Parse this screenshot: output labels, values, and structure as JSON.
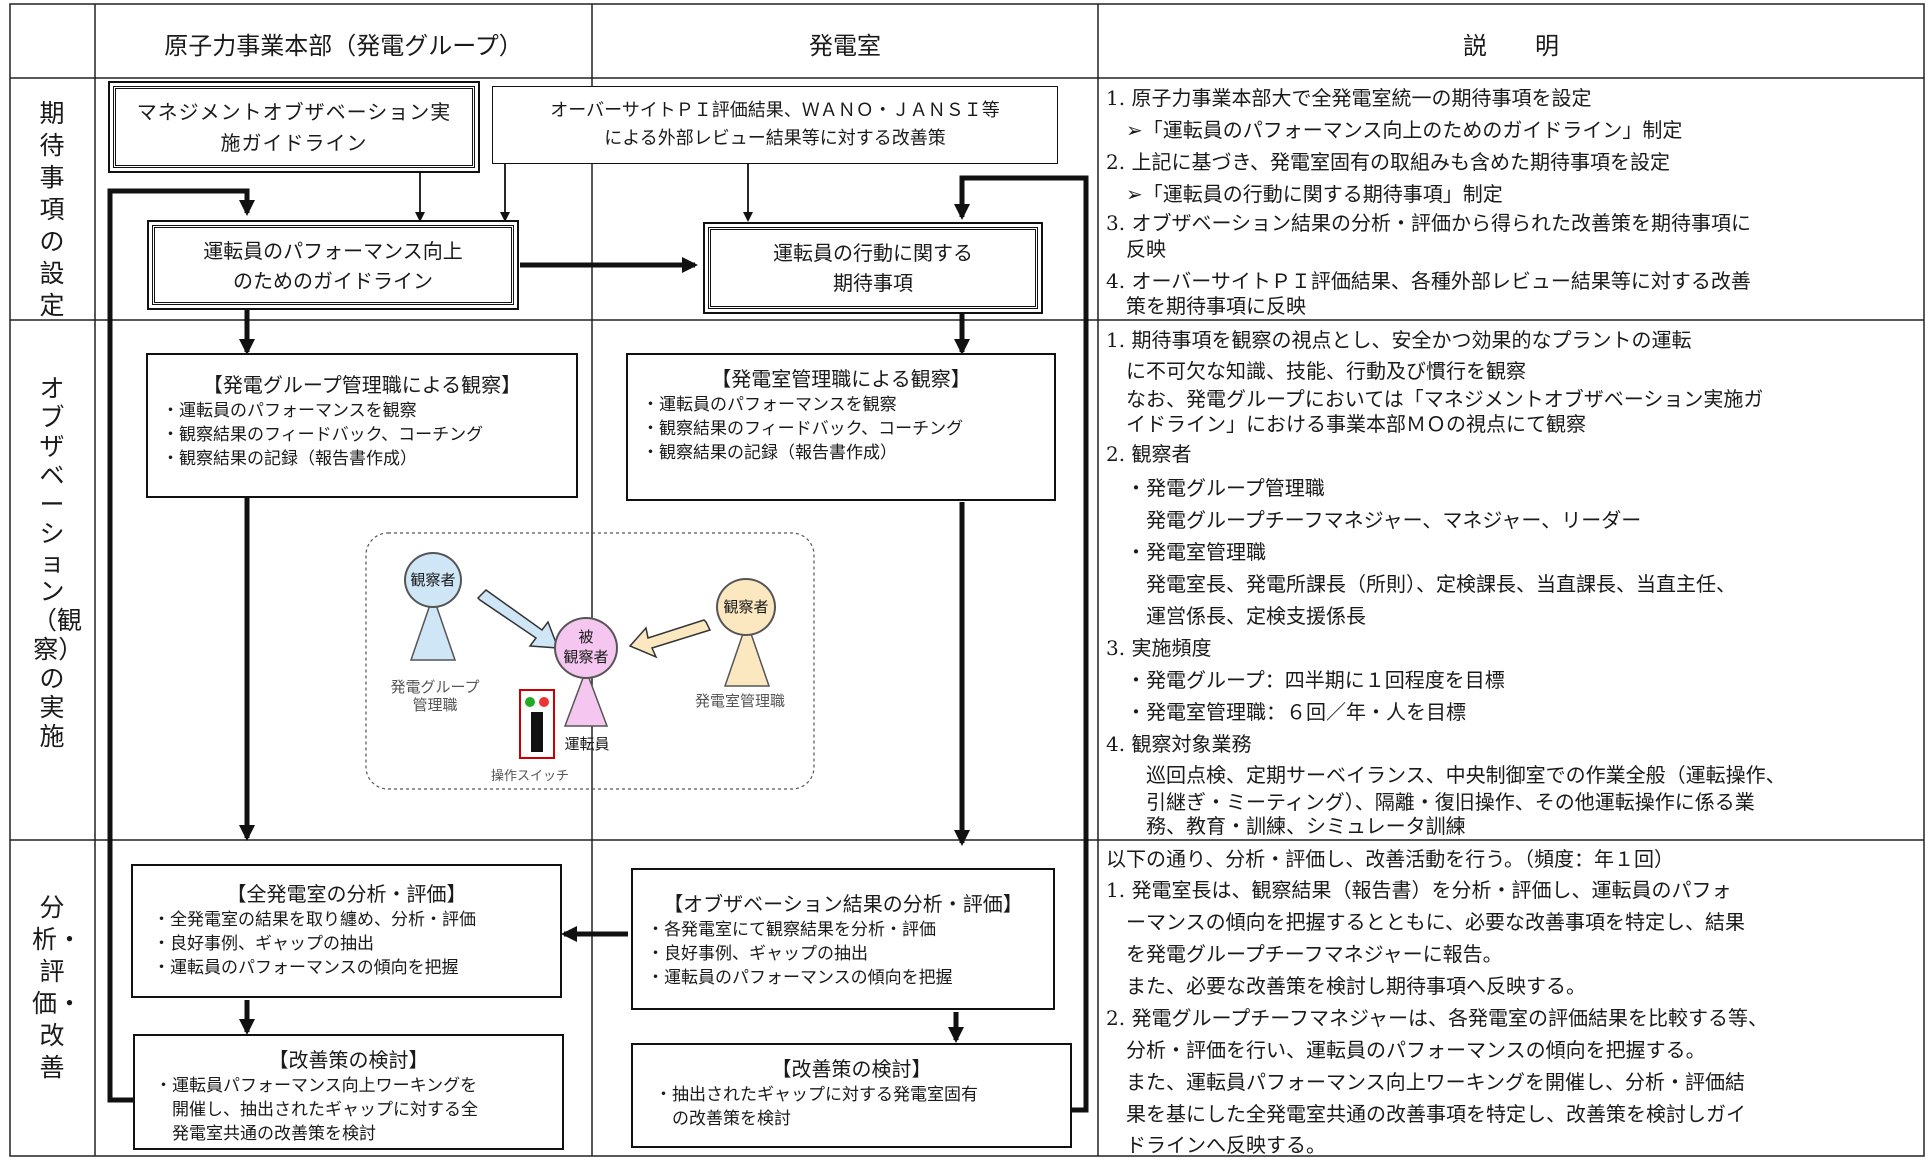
{
  "headers": {
    "col1": "原子力事業本部（発電グループ）",
    "col2": "発電室",
    "col3": "説　　明"
  },
  "rows": {
    "r1": "期待事項の設定",
    "r2": "オブザベーション（観察）の実施",
    "r3": "分析・評価・改善"
  },
  "boxes": {
    "mo_guideline": "マネジメントオブザベーション実施ガイドライン",
    "oversight_1": "オーバーサイトＰＩ評価結果、ＷＡＮＯ・ＪＡＮＳＩ等",
    "oversight_2": "による外部レビュー結果等に対する改善策",
    "perf_guideline_1": "運転員のパフォーマンス向上",
    "perf_guideline_2": "のためのガイドライン",
    "expect_1": "運転員の行動に関する",
    "expect_2": "期待事項",
    "obs_group": {
      "title": "【発電グループ管理職による観察】",
      "lines": [
        "・運転員のパフォーマンスを観察",
        "・観察結果のフィードバック、コーチング",
        "・観察結果の記録（報告書作成）"
      ]
    },
    "obs_room": {
      "title": "【発電室管理職による観察】",
      "lines": [
        "・運転員のパフォーマンスを観察",
        "・観察結果のフィードバック、コーチング",
        "・観察結果の記録（報告書作成）"
      ]
    },
    "analysis_all": {
      "title": "【全発電室の分析・評価】",
      "lines": [
        "・全発電室の結果を取り纏め、分析・評価",
        "・良好事例、ギャップの抽出",
        "・運転員のパフォーマンスの傾向を把握"
      ]
    },
    "analysis_room": {
      "title": "【オブザベーション結果の分析・評価】",
      "lines": [
        "・各発電室にて観察結果を分析・評価",
        "・良好事例、ギャップの抽出",
        "・運転員のパフォーマンスの傾向を把握"
      ]
    },
    "improve_all": {
      "title": "【改善策の検討】",
      "lines": [
        "・運転員パフォーマンス向上ワーキングを",
        "　開催し、抽出されたギャップに対する全",
        "　発電室共通の改善策を検討"
      ]
    },
    "improve_room": {
      "title": "【改善策の検討】",
      "lines": [
        "・抽出されたギャップに対する発電室固有",
        "　の改善策を検討"
      ]
    }
  },
  "illustration": {
    "observer_left": "観察者",
    "observer_right": "観察者",
    "observed_1": "被",
    "observed_2": "観察者",
    "label_left_1": "発電グループ",
    "label_left_2": "管理職",
    "label_right": "発電室管理職",
    "label_operator": "運転員",
    "label_switch": "操作スイッチ"
  },
  "explanations": {
    "r1": [
      "1. 原子力事業本部大で全発電室統一の期待事項を設定",
      "　➢「運転員のパフォーマンス向上のためのガイドライン」制定",
      "2. 上記に基づき、発電室固有の取組みも含めた期待事項を設定",
      "　➢「運転員の行動に関する期待事項」制定",
      "3. オブザベーション結果の分析・評価から得られた改善策を期待事項に",
      "　反映",
      "4. オーバーサイトＰＩ評価結果、各種外部レビュー結果等に対する改善",
      "　策を期待事項に反映"
    ],
    "r2": [
      "1. 期待事項を観察の視点とし、安全かつ効果的なプラントの運転",
      "　に不可欠な知識、技能、行動及び慣行を観察",
      "　なお、発電グループにおいては「マネジメントオブザベーション実施ガ",
      "　イドライン」における事業本部ＭＯの視点にて観察",
      "2. 観察者",
      "　・発電グループ管理職",
      "　　発電グループチーフマネジャー、マネジャー、リーダー",
      "　・発電室管理職",
      "　　発電室長、発電所課長（所則）、定検課長、当直課長、当直主任、",
      "　　運営係長、定検支援係長",
      "3. 実施頻度",
      "　・発電グループ：四半期に１回程度を目標",
      "　・発電室管理職：６回／年・人を目標",
      "4. 観察対象業務",
      "　　巡回点検、定期サーベイランス、中央制御室での作業全般（運転操作、",
      "　　引継ぎ・ミーティング）、隔離・復旧操作、その他運転操作に係る業",
      "　　務、教育・訓練、シミュレータ訓練"
    ],
    "r3": [
      "以下の通り、分析・評価し、改善活動を行う。（頻度：年１回）",
      "1. 発電室長は、観察結果（報告書）を分析・評価し、運転員のパフォ",
      "　ーマンスの傾向を把握するとともに、必要な改善事項を特定し、結果",
      "　を発電グループチーフマネジャーに報告。",
      "　また、必要な改善策を検討し期待事項へ反映する。",
      "2. 発電グループチーフマネジャーは、各発電室の評価結果を比較する等、",
      "　分析・評価を行い、運転員のパフォーマンスの傾向を把握する。",
      "　また、運転員パフォーマンス向上ワーキングを開催し、分析・評価結",
      "　果を基にした全発電室共通の改善事項を特定し、改善策を検討しガイ",
      "　ドラインへ反映する。"
    ]
  }
}
